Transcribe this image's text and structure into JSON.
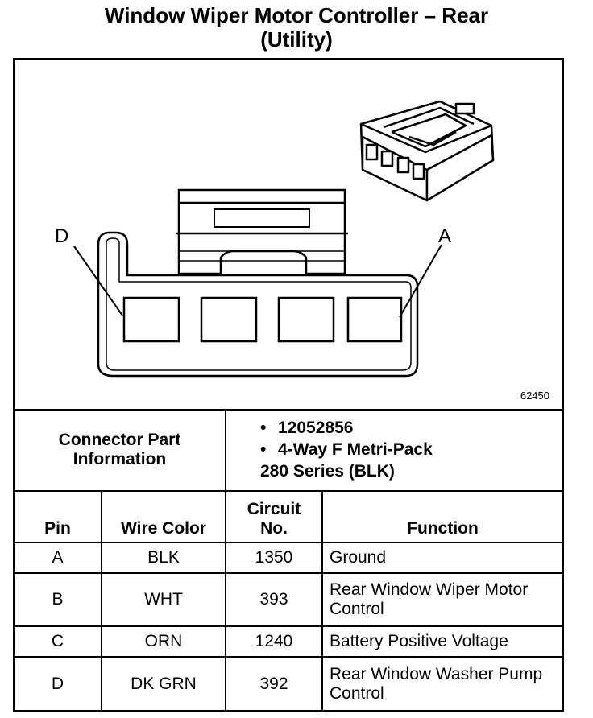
{
  "title": {
    "line1": "Window Wiper Motor Controller – Rear",
    "line2": "(Utility)"
  },
  "diagram": {
    "label_left": "D",
    "label_right": "A",
    "figure_number": "62450"
  },
  "connector_info": {
    "label": "Connector Part Information",
    "bullet": "•",
    "part_number": "12052856",
    "description_line1": "4-Way F Metri-Pack",
    "description_line2": "280 Series (BLK)"
  },
  "table": {
    "headers": {
      "pin": "Pin",
      "wire_color": "Wire Color",
      "circuit_no": "Circuit No.",
      "function": "Function"
    },
    "rows": [
      {
        "pin": "A",
        "wire_color": "BLK",
        "circuit": "1350",
        "function": "Ground"
      },
      {
        "pin": "B",
        "wire_color": "WHT",
        "circuit": "393",
        "function": "Rear Window Wiper Motor Control"
      },
      {
        "pin": "C",
        "wire_color": "ORN",
        "circuit": "1240",
        "function": "Battery Positive Voltage"
      },
      {
        "pin": "D",
        "wire_color": "DK GRN",
        "circuit": "392",
        "function": "Rear Window Washer Pump Control"
      }
    ]
  }
}
